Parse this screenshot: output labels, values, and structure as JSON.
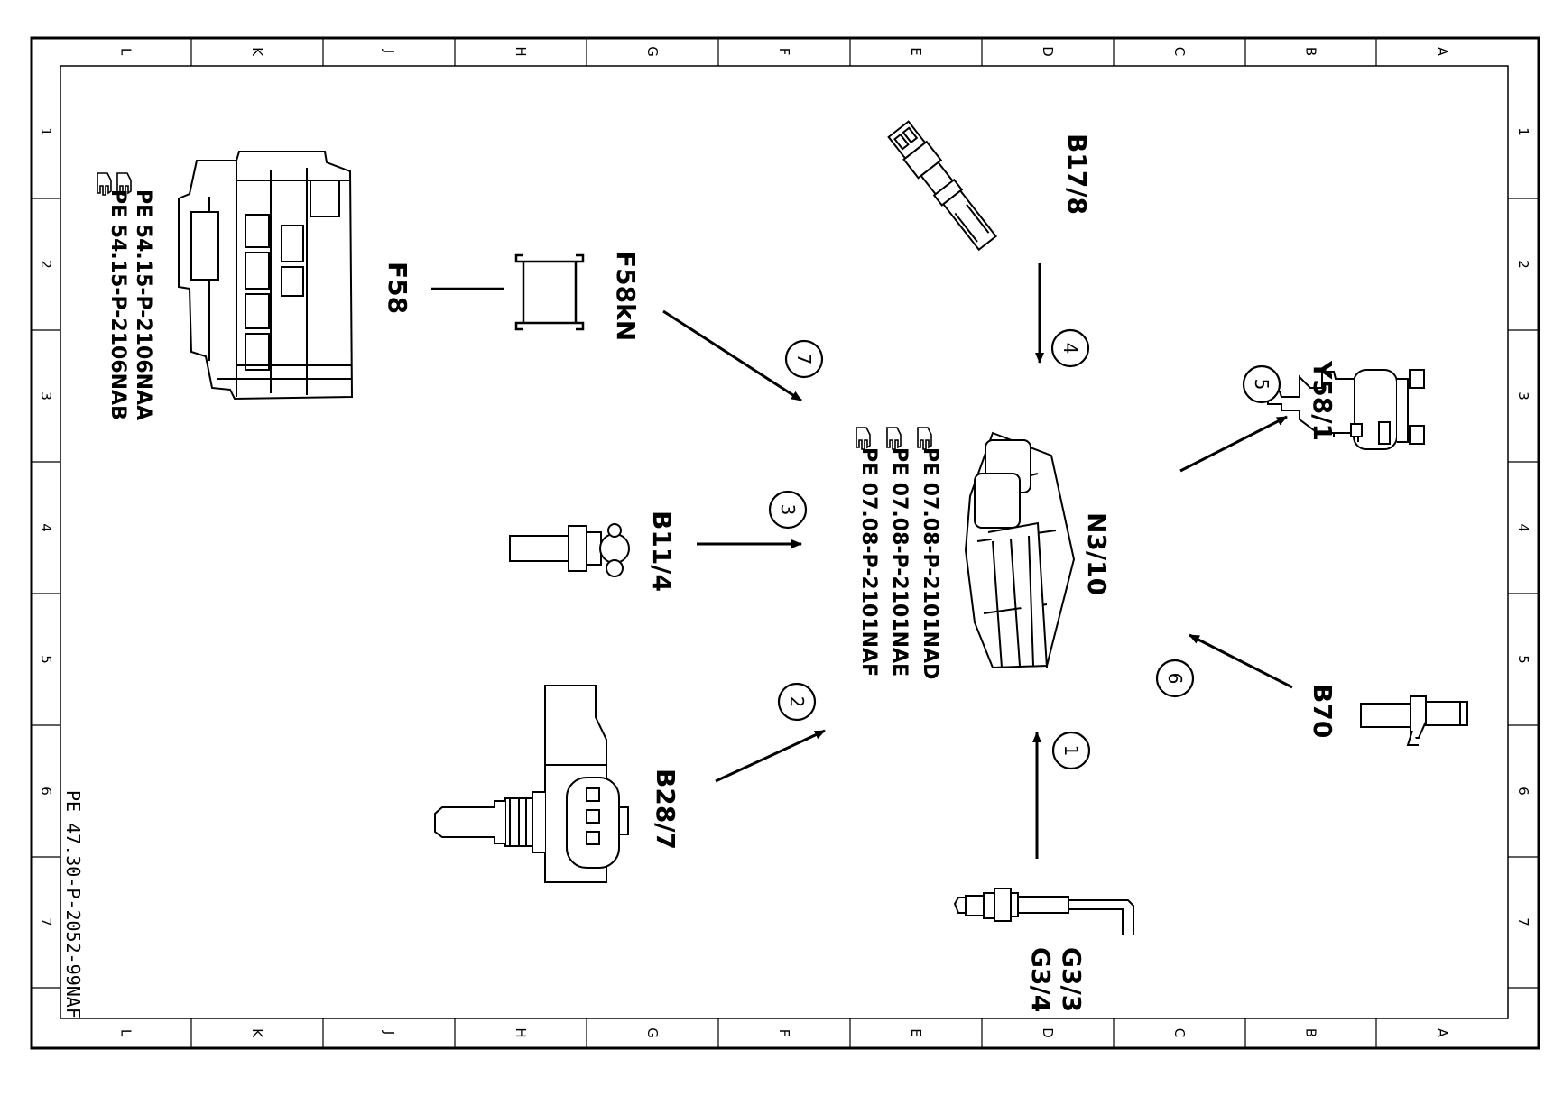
{
  "frame": {
    "columns": [
      "L",
      "K",
      "J",
      "H",
      "G",
      "F",
      "E",
      "D",
      "C",
      "B",
      "A"
    ],
    "rows": [
      "1",
      "2",
      "3",
      "4",
      "5",
      "6",
      "7"
    ]
  },
  "components": {
    "f58": "F58",
    "f58kn": "F58kN",
    "b17_8": "B17/8",
    "y58_1": "Y58/1",
    "n3_10": "N3/10",
    "b11_4": "B11/4",
    "b28_7": "B28/7",
    "b70": "B70",
    "g3": [
      "G3/3",
      "G3/4"
    ]
  },
  "references": {
    "f58_refs": [
      "PE 54.15-P-2106NAA",
      "PE 54.15-P-2106NAB"
    ],
    "n3_10_refs": [
      "PE 07.08-P-2101NAD",
      "PE 07.08-P-2101NAE",
      "PE 07.08-P-2101NAF"
    ]
  },
  "signals": [
    "1",
    "2",
    "3",
    "4",
    "5",
    "6",
    "7"
  ],
  "footer": {
    "doc_id": "PE 47.30-P-2052-99NAF"
  },
  "colors": {
    "line": "#000000",
    "background": "#ffffff"
  },
  "icons": {
    "reference": "pointing-hand-icon"
  }
}
